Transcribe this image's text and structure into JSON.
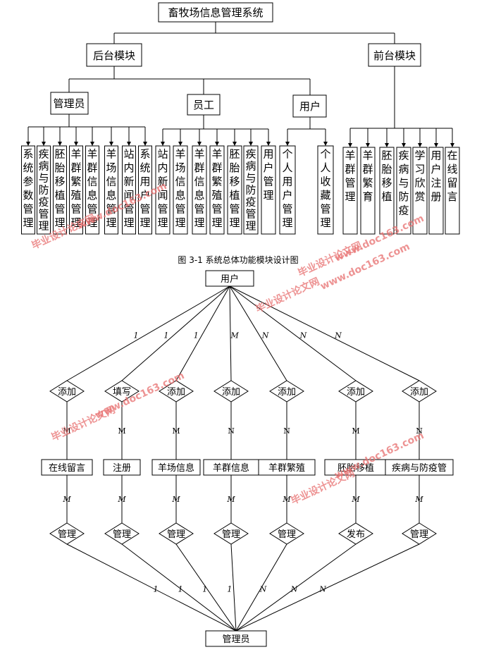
{
  "tree": {
    "root": "畜牧场信息管理系统",
    "backend": "后台模块",
    "frontend": "前台模块",
    "admin": "管理员",
    "staff": "员工",
    "user": "用户",
    "admin_items": [
      "系统参数管理",
      "疾病与防疫管理",
      "胚胎移植管理",
      "羊群繁殖管理",
      "羊群信息管理",
      "羊场信息管理",
      "站内新闻管理",
      "系统用户管理"
    ],
    "staff_items": [
      "站内新闻管理",
      "羊场信息管理",
      "羊群信息管理",
      "羊群繁殖管理",
      "胚胎移植管理",
      "疾病与防疫管理",
      "用户管理"
    ],
    "user_items": [
      "个人用户管理",
      "个人收藏管理"
    ],
    "front_items": [
      "羊群管理",
      "羊群繁育",
      "胚胎移植",
      "疾病与防疫",
      "学习欣赏",
      "用户注册",
      "在线留言"
    ]
  },
  "caption": "图 3-1 系统总体功能模块设计图",
  "er": {
    "top_entity": "用户",
    "bottom_entity": "管理员",
    "top_actions": [
      "添加",
      "填写",
      "添加",
      "添加",
      "添加",
      "添加",
      "添加"
    ],
    "top_card": [
      "1",
      "1",
      "1",
      "M",
      "N",
      "N",
      "N"
    ],
    "upper_card": [
      "M",
      "M",
      "M",
      "N",
      "N",
      "M",
      "N"
    ],
    "entities": [
      "在线留言",
      "注册",
      "羊场信息",
      "羊群信息",
      "羊群繁殖",
      "胚胎移植",
      "疾病与防疫管"
    ],
    "lower_card": [
      "M",
      "M",
      "M",
      "M",
      "M",
      "M",
      "M"
    ],
    "bottom_actions": [
      "管理",
      "管理",
      "管理",
      "管理",
      "管理",
      "发布",
      "管理"
    ],
    "bottom_card": [
      "1",
      "1",
      "1",
      "1",
      "N",
      "N",
      "N"
    ]
  },
  "watermarks": [
    "毕业设计论文网",
    "www.doc163.com"
  ]
}
